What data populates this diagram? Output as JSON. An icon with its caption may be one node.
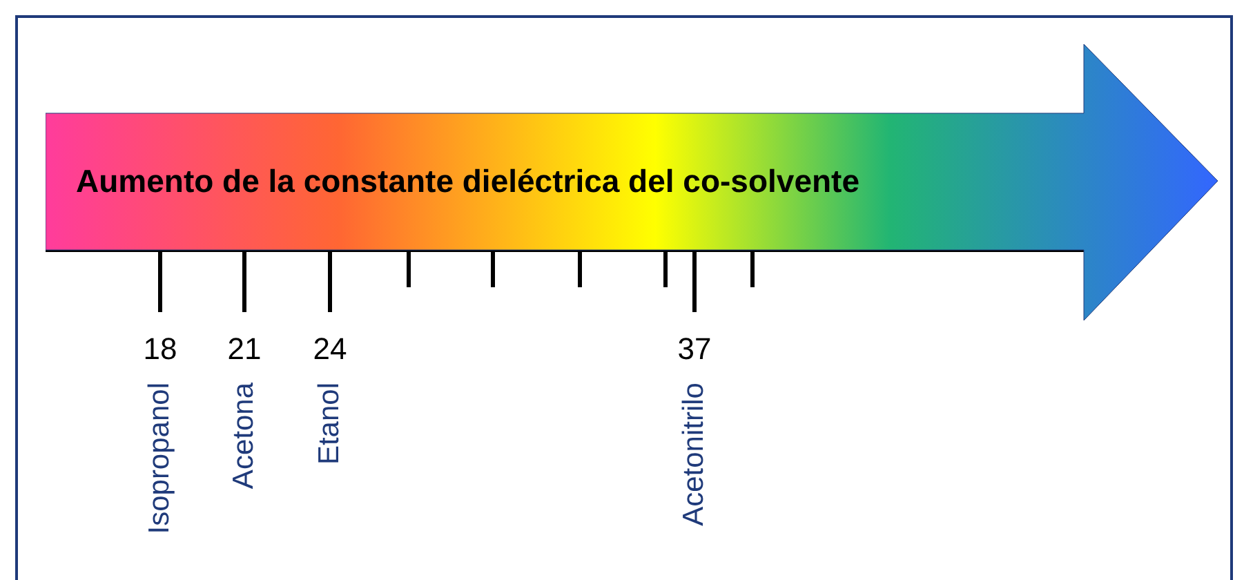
{
  "diagram": {
    "nodes": [
      {
        "text": [
          "Aumento de la constante dieléctrica del co-solvente"
        ]
      }
    ],
    "labels": [
      "18",
      "21",
      "24",
      "37",
      "Isopropanol",
      "Acetona",
      "Etanol",
      "Acetonitrilo"
    ]
  }
}
